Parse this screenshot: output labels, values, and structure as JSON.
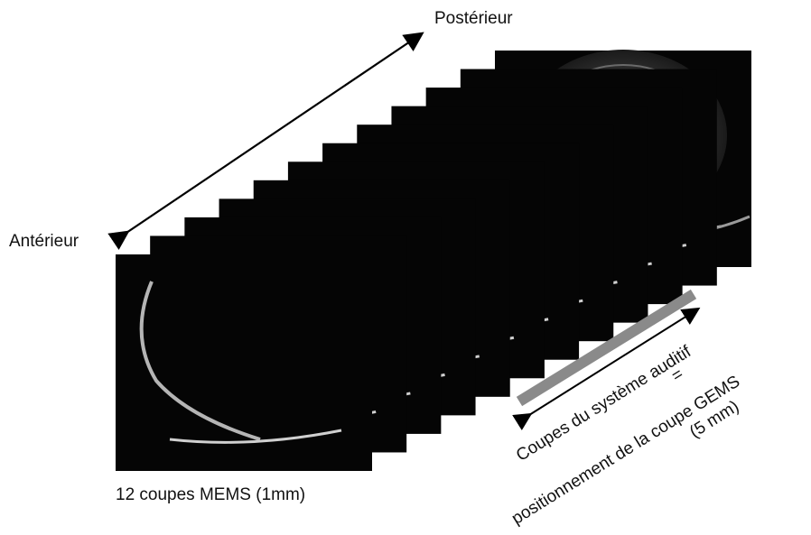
{
  "labels": {
    "posterior": "Postérieur",
    "anterior": "Antérieur",
    "slices_count": "12 coupes MEMS (1mm)",
    "auditory_slices": "Coupes du système auditif",
    "equals": "=",
    "gems_positioning": "positionnement de la coupe GEMS",
    "gems_thickness": "(5 mm)"
  },
  "slice_stack": {
    "count": 12
  },
  "colors": {
    "slice_bg": "#050505",
    "gray_bar": "#8a8a8a",
    "arrow": "#000000"
  }
}
